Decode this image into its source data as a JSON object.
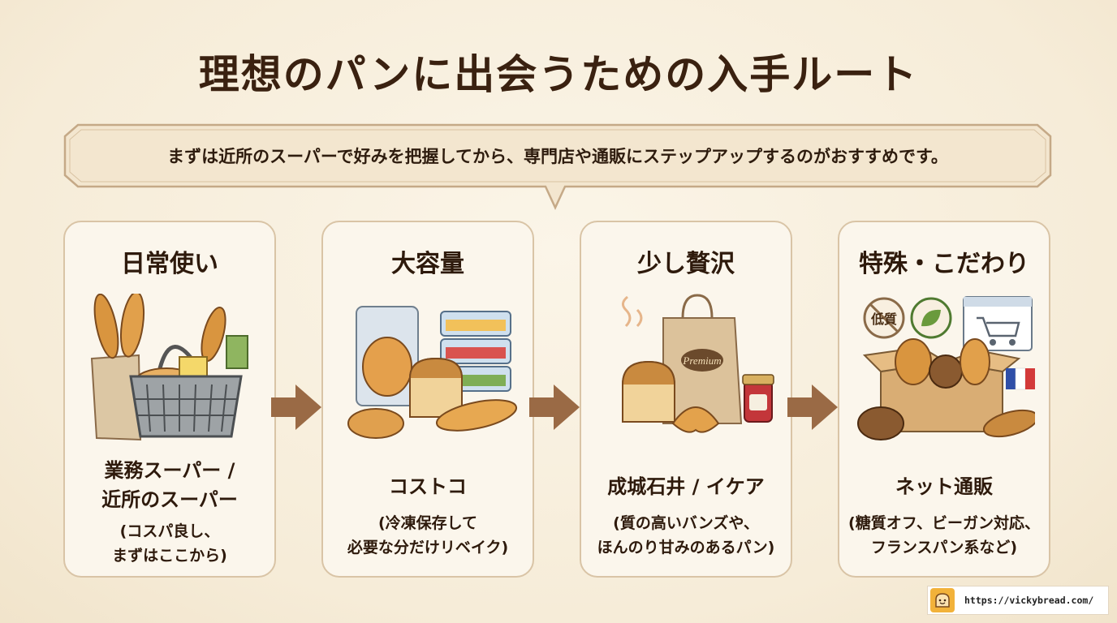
{
  "title": "理想のパンに出会うための入手ルート",
  "banner": {
    "text": "まずは近所のスーパーで好みを把握してから、専門店や通販にステップアップするのがおすすめです。"
  },
  "cards": [
    {
      "title": "日常使い",
      "sub_lines": [
        "業務スーパー /",
        "近所のスーパー"
      ],
      "note_lines": [
        "(コスパ良し、",
        "まずはここから)"
      ]
    },
    {
      "title": "大容量",
      "sub_lines": [
        "コストコ"
      ],
      "note_lines": [
        "(冷凍保存して",
        "必要な分だけリベイク)"
      ]
    },
    {
      "title": "少し贅沢",
      "sub_lines": [
        "成城石井 / イケア"
      ],
      "note_lines": [
        "(質の高いバンズや、",
        "ほんのり甘みのあるパン)"
      ],
      "bag_label": "Premium"
    },
    {
      "title": "特殊・こだわり",
      "sub_lines": [
        "ネット通販"
      ],
      "note_lines": [
        "(糖質オフ、ビーガン対応、",
        "フランスパン系など)"
      ],
      "badge_label": "低質"
    }
  ],
  "footer": {
    "url": "https://vickybread.com/"
  },
  "colors": {
    "arrow": "#9a6a45",
    "card_border": "#d9c4a6",
    "background": "#f6ecd8"
  }
}
